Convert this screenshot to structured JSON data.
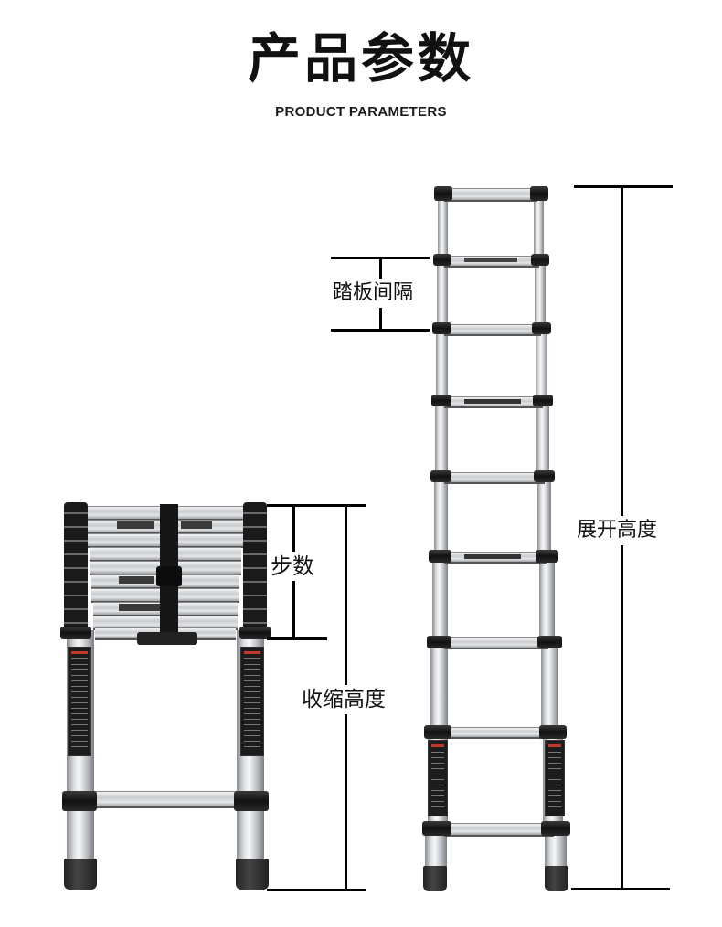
{
  "header": {
    "title": "产品参数",
    "subtitle": "PRODUCT PARAMETERS"
  },
  "annotations": {
    "rung_spacing": "踏板间隔",
    "steps": "步数",
    "retracted_height": "收缩高度",
    "extended_height": "展开高度"
  },
  "colors": {
    "background": "#ffffff",
    "text": "#111111",
    "dimension_lines": "#000000",
    "aluminum": "#c9ccd0",
    "rubber_black": "#1a1a1a",
    "warning_red": "#c0392b"
  },
  "images": {
    "retracted_ladder": "collapsed-telescopic-ladder",
    "extended_ladder": "extended-telescopic-ladder"
  }
}
